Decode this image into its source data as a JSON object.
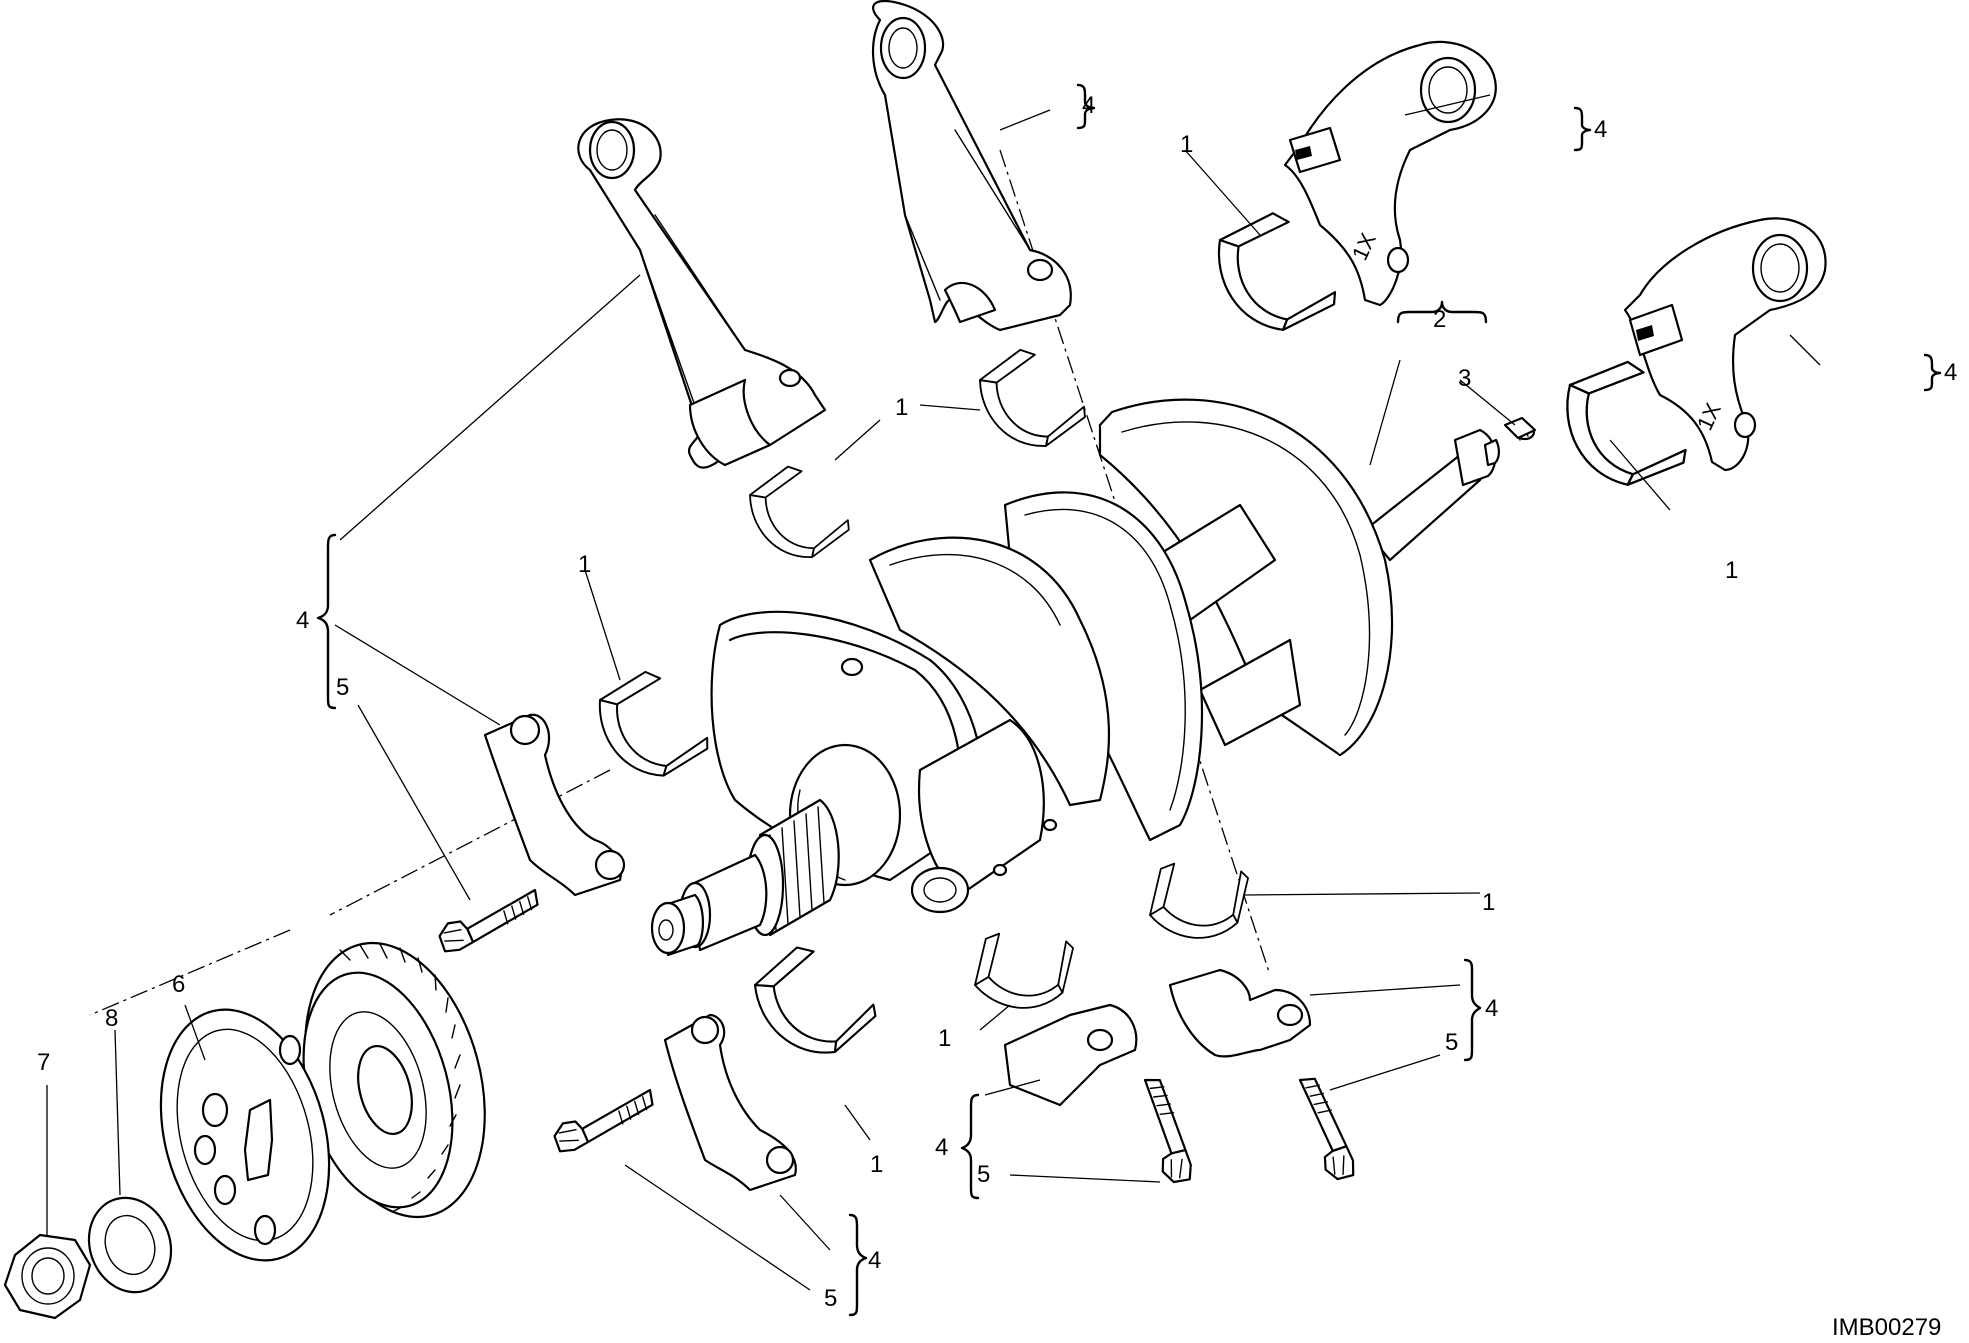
{
  "figure_ref": "IMB00279",
  "callouts": {
    "bearing_shell": "1",
    "crankshaft": "2",
    "plug": "3",
    "connecting_rod": "4",
    "rod_bolt": "5",
    "gear": "6",
    "nut": "7",
    "washer": "8"
  },
  "colors": {
    "line": "#000000",
    "background": "#ffffff"
  }
}
